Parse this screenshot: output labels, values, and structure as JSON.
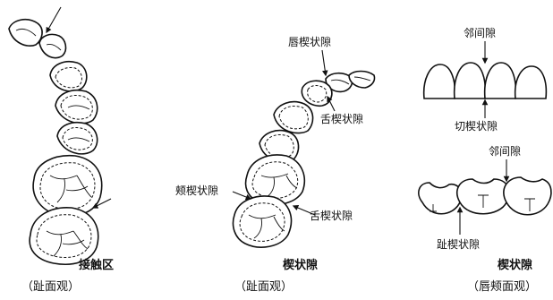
{
  "panels": {
    "contact": {
      "title": "接触区",
      "view": "（趾面观）"
    },
    "embrasure_occlusal": {
      "title": "楔状隙",
      "view": "（趾面观）",
      "labels": {
        "labial": "唇楔状隙",
        "lingual_top": "舌楔状隙",
        "buccal": "颊楔状隙",
        "lingual_bottom": "舌楔状隙"
      }
    },
    "embrasure_labial": {
      "title": "楔状隙",
      "view": "（唇颊面观）",
      "labels": {
        "interproximal_top": "邻间隙",
        "incisal": "切楔状隙",
        "interproximal_bottom": "邻间隙",
        "occlusal": "趾楔状隙"
      }
    }
  }
}
